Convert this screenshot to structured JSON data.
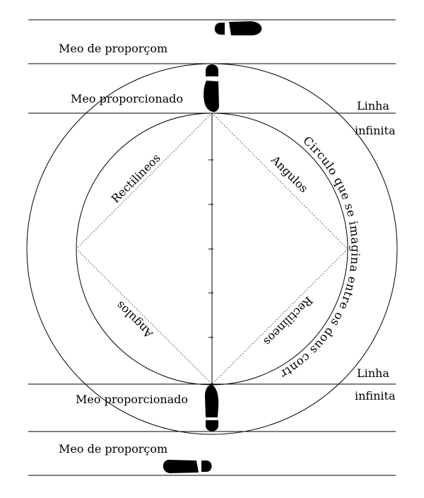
{
  "labels": {
    "top_outer": "Meo de proporçom",
    "top_inner": "Meo proporcionado",
    "bottom_inner": "Meo proporcionado",
    "bottom_outer": "Meo de proporçom",
    "line_top_1": "Linha",
    "line_top_2": "infinita",
    "line_bottom_1": "Linha",
    "line_bottom_2": "infinita",
    "circle_caption": "Circulo que se imagina entre os dous contrarios.",
    "upper_left": "Rectilineos",
    "upper_right": "Angulos",
    "lower_left": "Angulos",
    "lower_right": "Rectilineos"
  },
  "icons": [
    "footprint-top-horizontal",
    "footprint-top-vertical",
    "footprint-bottom-vertical",
    "footprint-bottom-horizontal"
  ]
}
